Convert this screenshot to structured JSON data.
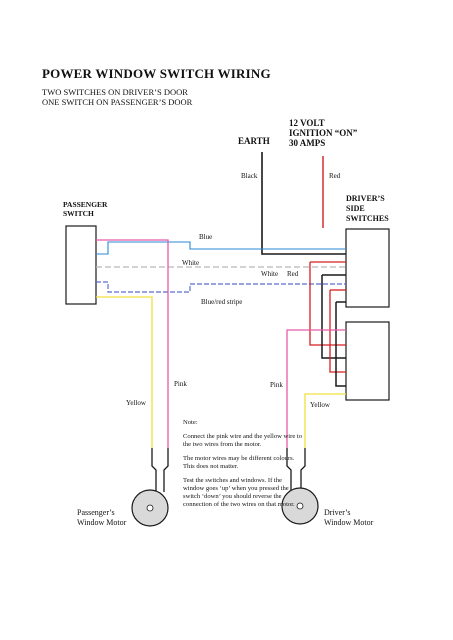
{
  "title": "POWER WINDOW SWITCH WIRING",
  "subtitle_lines": [
    "TWO SWITCHES ON DRIVER’S DOOR",
    "ONE SWITCH ON PASSENGER’S DOOR"
  ],
  "supply": {
    "earth_label": "EARTH",
    "ignition_lines": [
      "12 VOLT",
      "IGNITION “ON”",
      "30 AMPS"
    ]
  },
  "switches": {
    "passenger_lines": [
      "PASSENGER",
      "SWITCH"
    ],
    "driver_lines": [
      "DRIVER’S",
      "SIDE",
      "SWITCHES"
    ]
  },
  "wire_labels": {
    "black": "Black",
    "red_supply": "Red",
    "blue": "Blue",
    "white_left": "White",
    "white_right": "White",
    "red_right": "Red",
    "blue_red_stripe": "Blue/red stripe",
    "pink_left": "Pink",
    "yellow_left": "Yellow",
    "pink_right": "Pink",
    "yellow_right": "Yellow"
  },
  "note": {
    "heading": "Note:",
    "paragraphs": [
      "Connect the pink wire and the yellow wire to the two wires from the motor.",
      "The motor wires may be different colours. This does not matter.",
      "Test the switches and windows. If the window goes ‘up’ when you pressed the switch ‘down’ you should reverse the connection of the two wires on that motor."
    ]
  },
  "motors": {
    "passenger_lines": [
      "Passenger’s",
      "Window Motor"
    ],
    "driver_lines": [
      "Driver’s",
      "Window Motor"
    ]
  },
  "colors": {
    "black": "#1a1a1a",
    "red": "#d42020",
    "blue": "#2a8ad8",
    "white_wire": "#b8b8b8",
    "blue_red_stripe": "#5a6ed0",
    "pink": "#e85aa8",
    "yellow": "#f0e040",
    "motor_fill": "#d9d9d9"
  }
}
